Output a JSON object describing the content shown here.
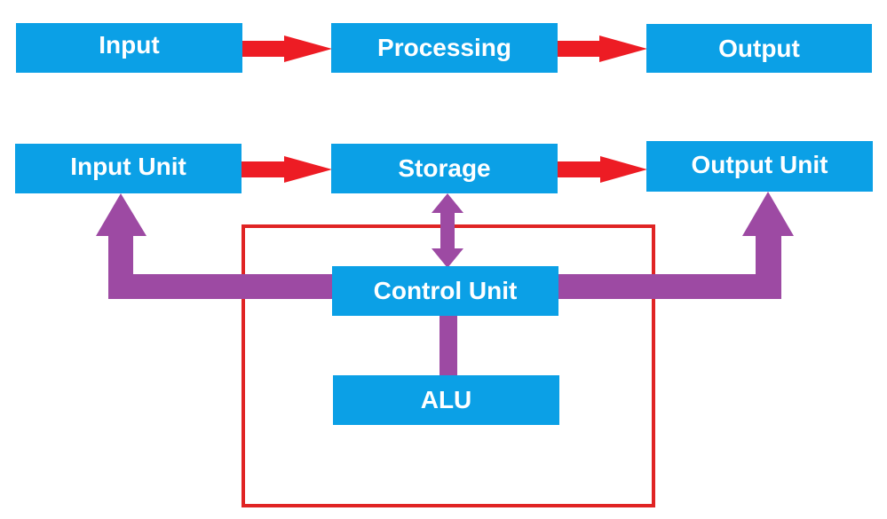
{
  "colors": {
    "box_fill": "#0ba0e6",
    "box_text": "#ffffff",
    "data_flow_arrow": "#ed1c24",
    "control_flow_arrow": "#9d4aa3",
    "cpu_outline": "#e02424"
  },
  "top_row": {
    "input_label": "Input",
    "processing_label": "Processing",
    "output_label": "Output"
  },
  "computer": {
    "input_unit_label": "Input Unit",
    "storage_label": "Storage",
    "output_unit_label": "Output Unit",
    "control_unit_label": "Control Unit",
    "alu_label": "ALU"
  }
}
